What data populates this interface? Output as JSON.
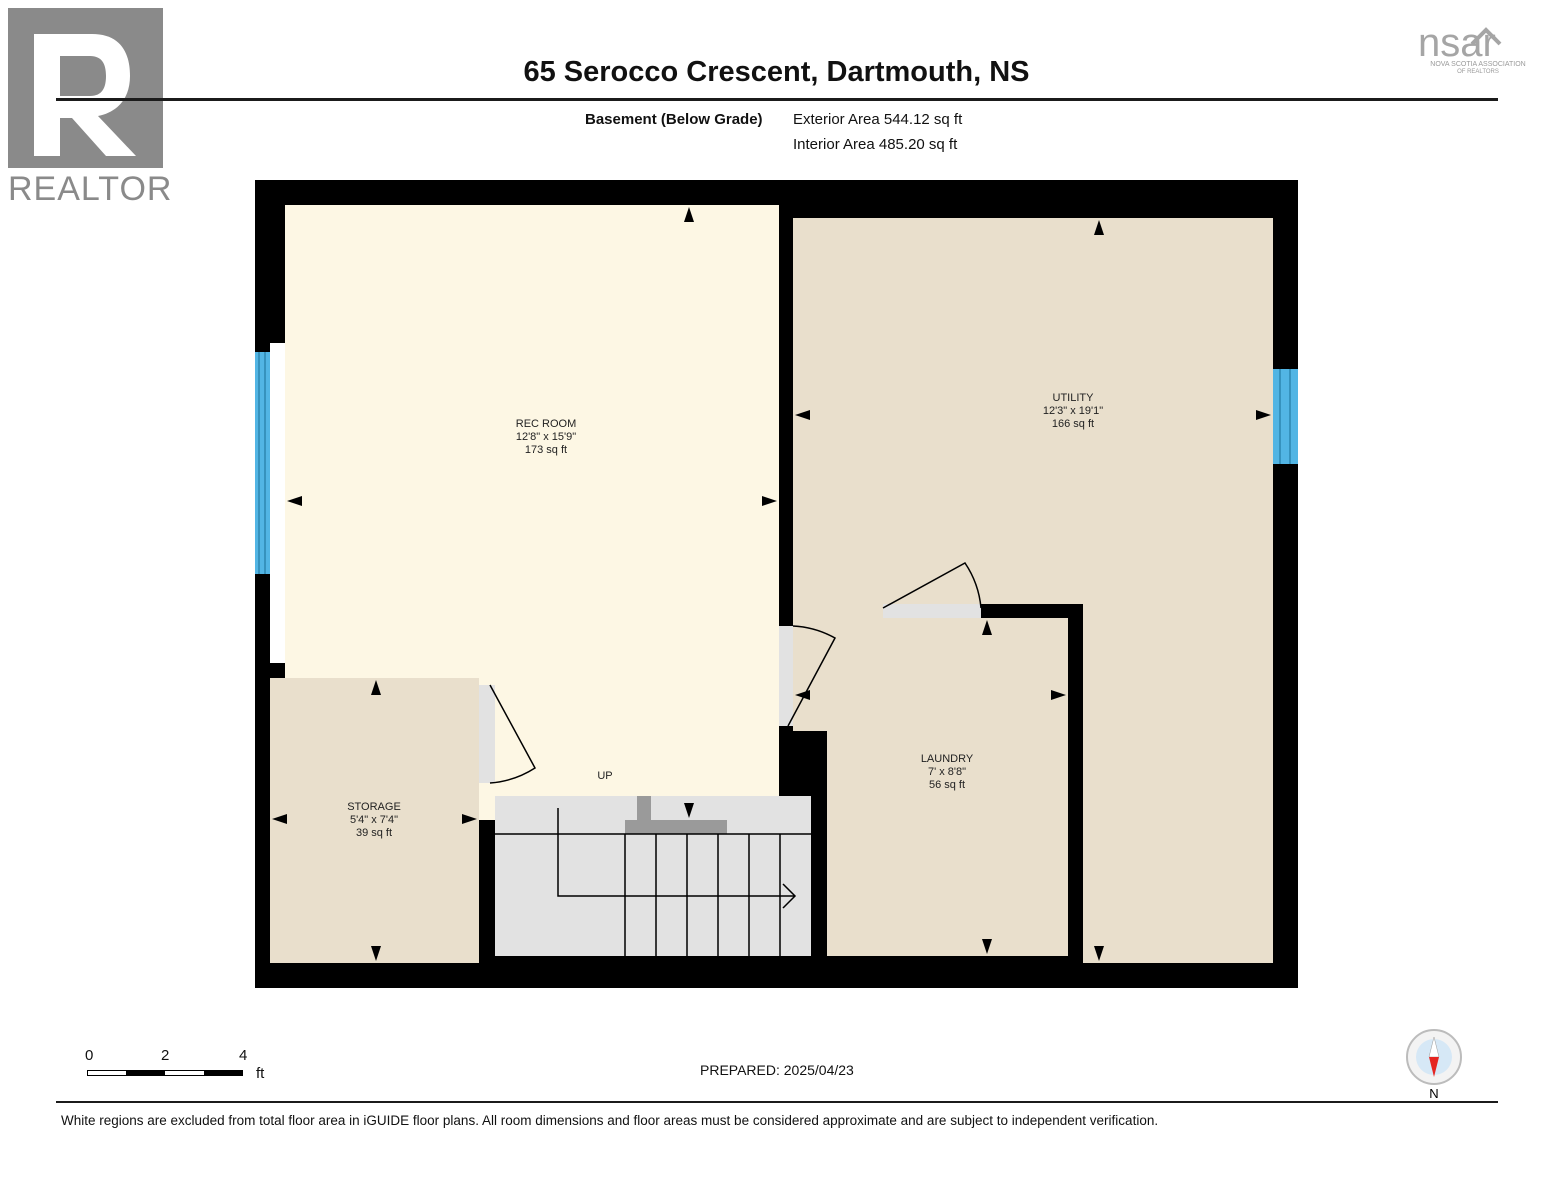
{
  "header": {
    "title": "65 Serocco Crescent, Dartmouth, NS",
    "level_label": "Basement (Below Grade)",
    "exterior_area": "Exterior Area 544.12 sq ft",
    "interior_area": "Interior Area 485.20 sq ft"
  },
  "logos": {
    "realtor_word": "REALTOR",
    "nsar_name": "nsar",
    "nsar_line1": "NOVA SCOTIA ASSOCIATION",
    "nsar_line2": "OF REALTORS"
  },
  "rooms": {
    "rec_room": {
      "name": "REC ROOM",
      "dims": "12'8\" x 15'9\"",
      "area": "173 sq ft"
    },
    "utility": {
      "name": "UTILITY",
      "dims": "12'3\" x 19'1\"",
      "area": "166 sq ft"
    },
    "laundry": {
      "name": "LAUNDRY",
      "dims": "7' x 8'8\"",
      "area": "56 sq ft"
    },
    "storage": {
      "name": "STORAGE",
      "dims": "5'4\" x 7'4\"",
      "area": "39 sq ft"
    }
  },
  "stairs_label": "UP",
  "scale": {
    "ticks": [
      "0",
      "2",
      "4"
    ],
    "unit": "ft"
  },
  "prepared": "PREPARED: 2025/04/23",
  "compass_label": "N",
  "disclaimer": "White regions are excluded from total floor area in iGUIDE floor plans. All room dimensions and floor areas must be considered approximate and are subject to independent verification.",
  "colors": {
    "wall": "#000000",
    "rec_room_fill": "#fdf7e4",
    "room_fill": "#e9dfcc",
    "stairs_fill": "#e2e2e2",
    "window": "#52b5e4",
    "compass_arrow": "#e52521"
  }
}
